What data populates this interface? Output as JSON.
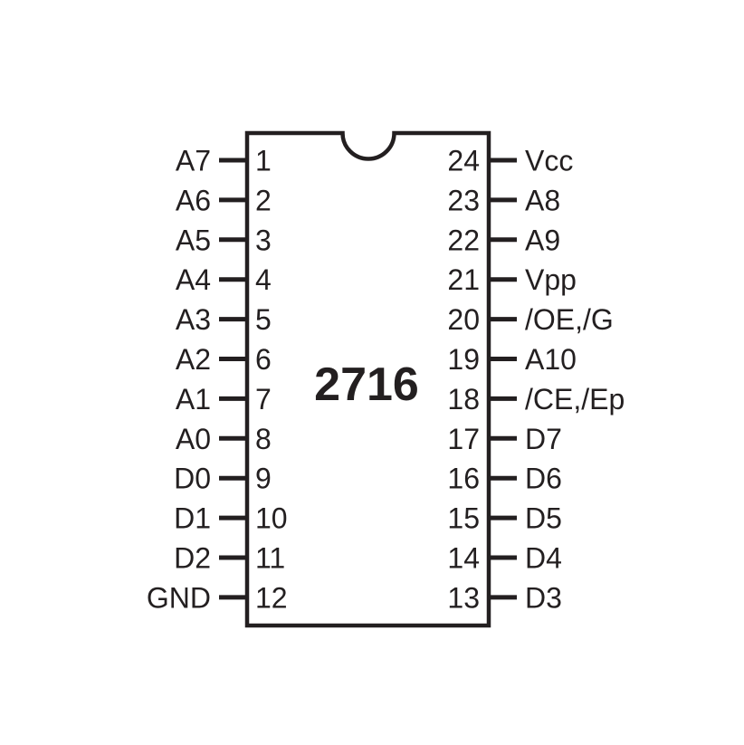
{
  "chip": {
    "part_number": "2716",
    "left_pins": [
      {
        "num": "1",
        "name": "A7"
      },
      {
        "num": "2",
        "name": "A6"
      },
      {
        "num": "3",
        "name": "A5"
      },
      {
        "num": "4",
        "name": "A4"
      },
      {
        "num": "5",
        "name": "A3"
      },
      {
        "num": "6",
        "name": "A2"
      },
      {
        "num": "7",
        "name": "A1"
      },
      {
        "num": "8",
        "name": "A0"
      },
      {
        "num": "9",
        "name": "D0"
      },
      {
        "num": "10",
        "name": "D1"
      },
      {
        "num": "11",
        "name": "D2"
      },
      {
        "num": "12",
        "name": "GND"
      }
    ],
    "right_pins": [
      {
        "num": "24",
        "name": "Vcc"
      },
      {
        "num": "23",
        "name": "A8"
      },
      {
        "num": "22",
        "name": "A9"
      },
      {
        "num": "21",
        "name": "Vpp"
      },
      {
        "num": "20",
        "name": "/OE,/G"
      },
      {
        "num": "19",
        "name": "A10"
      },
      {
        "num": "18",
        "name": "/CE,/Ep"
      },
      {
        "num": "17",
        "name": "D7"
      },
      {
        "num": "16",
        "name": "D6"
      },
      {
        "num": "15",
        "name": "D5"
      },
      {
        "num": "14",
        "name": "D4"
      },
      {
        "num": "13",
        "name": "D3"
      }
    ]
  },
  "colors": {
    "ink": "#231f20",
    "background": "#ffffff"
  }
}
